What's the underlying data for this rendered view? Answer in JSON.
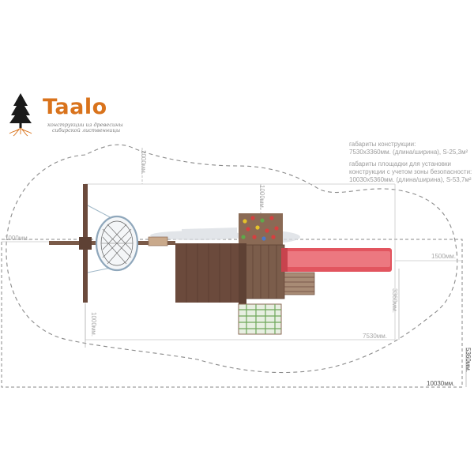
{
  "brand": {
    "name": "Taalo",
    "tagline_line1": "конструкции из древесины",
    "tagline_line2": "сибирской лиственницы"
  },
  "specs": {
    "construction_title": "габариты конструкции:",
    "construction_value": "7530х3360мм. (длина/ширина), S-25,3м²",
    "area_title_1": "габариты площадки для установки",
    "area_title_2": "конструкции с учетом зоны безопасности:",
    "area_value": "10030х5360мм. (длина/ширина), S-53,7м²"
  },
  "dimensions": {
    "left_offset": "1000мм.",
    "top_offset_left": "2000мм.",
    "top_offset_right": "1000мм.",
    "right_offset": "1500мм.",
    "bottom_offset_left": "1000мм.",
    "construction_width": "3360мм.",
    "construction_length": "7530мм.",
    "area_width": "5360мм.",
    "area_length": "10030мм."
  },
  "colors": {
    "brand": "#d9731c",
    "slide": "#e2555f",
    "wood_dark": "#6b4a3c",
    "wood_mid": "#8a6a55",
    "safety_zone": "#8a8a8a",
    "climbing_holds": "#d64040",
    "net_green": "#6fa85a"
  }
}
